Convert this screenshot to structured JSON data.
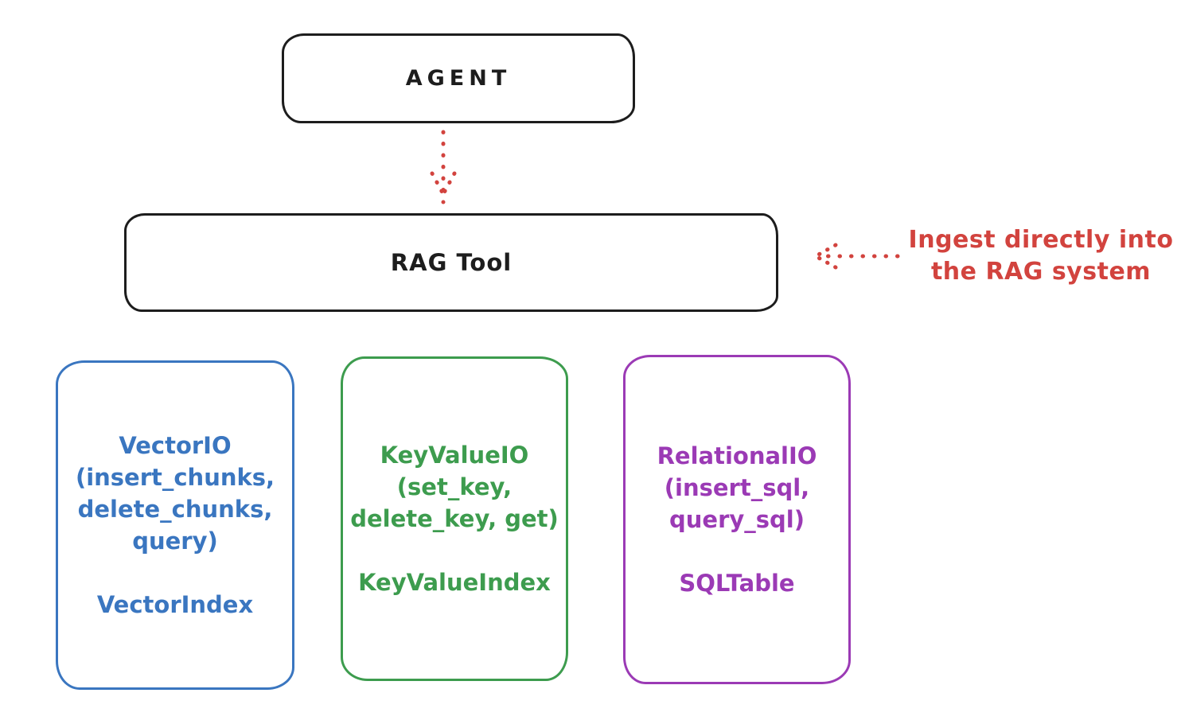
{
  "colors": {
    "ink": "#1d1d1d",
    "red": "#d2433e",
    "blue": "#3a76c0",
    "green": "#3d9c4e",
    "purple": "#9b3ab5"
  },
  "nodes": {
    "agent": {
      "label": "AGENT"
    },
    "rag_tool": {
      "label": "RAG Tool"
    }
  },
  "arrows": {
    "agent_to_rag": "dotted-down-arrow",
    "ingest_to_rag": "dotted-left-arrow"
  },
  "annotation": {
    "line1": "Ingest directly into",
    "line2": "the RAG system"
  },
  "cards": [
    {
      "name": "vector-io",
      "color": "#3a76c0",
      "lines": [
        "VectorIO",
        "(insert_chunks,",
        "delete_chunks,",
        "query)"
      ],
      "footer": "VectorIndex"
    },
    {
      "name": "keyvalue-io",
      "color": "#3d9c4e",
      "lines": [
        "KeyValueIO",
        "(set_key,",
        "delete_key, get)"
      ],
      "footer": "KeyValueIndex"
    },
    {
      "name": "relational-io",
      "color": "#9b3ab5",
      "lines": [
        "RelationalIO",
        "(insert_sql,",
        "query_sql)"
      ],
      "footer": "SQLTable"
    }
  ]
}
